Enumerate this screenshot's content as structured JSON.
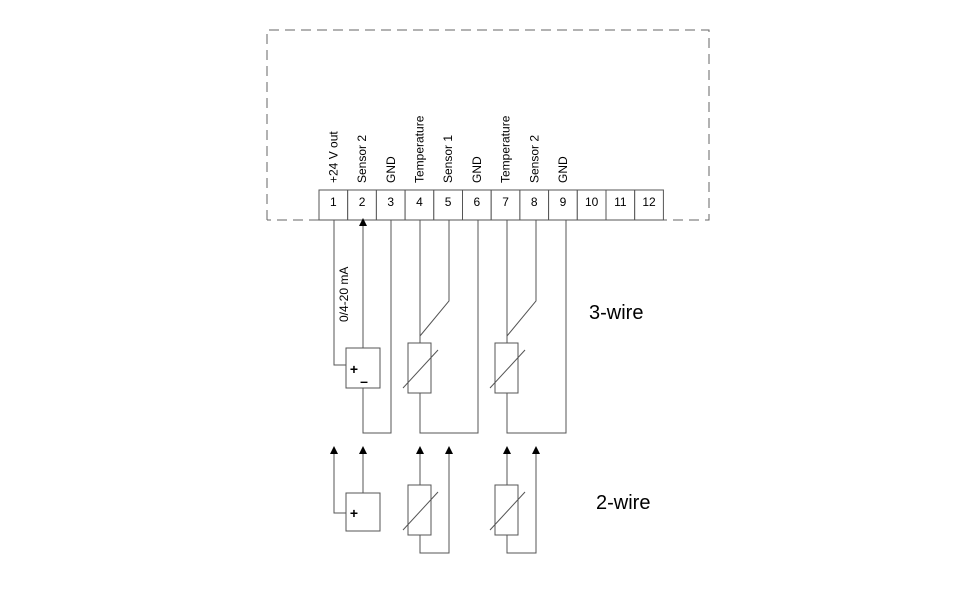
{
  "terminals": [
    {
      "number": "1",
      "label": "+24 V out"
    },
    {
      "number": "2",
      "label": "Sensor 2"
    },
    {
      "number": "3",
      "label": "GND"
    },
    {
      "number": "4",
      "label": "Temperature"
    },
    {
      "number": "5",
      "label": "Sensor 1"
    },
    {
      "number": "6",
      "label": "GND"
    },
    {
      "number": "7",
      "label": "Temperature"
    },
    {
      "number": "8",
      "label": "Sensor 2"
    },
    {
      "number": "9",
      "label": "GND"
    },
    {
      "number": "10",
      "label": ""
    },
    {
      "number": "11",
      "label": ""
    },
    {
      "number": "12",
      "label": ""
    }
  ],
  "current_label": "0/4-20 mA",
  "three_wire_label": "3-wire",
  "two_wire_label": "2-wire",
  "plus_sign": "+",
  "minus_sign": "–"
}
